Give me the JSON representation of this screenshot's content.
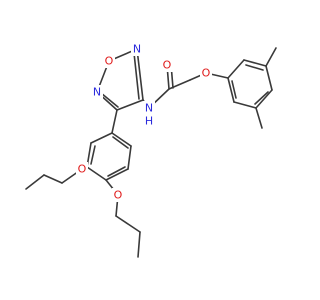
{
  "colors": {
    "bond": "#3a3a3a",
    "nitrogen": "#2b2bdc",
    "oxygen": "#e01b1b",
    "background": "#ffffff"
  },
  "atoms": [
    {
      "id": "n_top",
      "element": "N",
      "label": "N",
      "color_key": "nitrogen"
    },
    {
      "id": "o_ring",
      "element": "O",
      "label": "O",
      "color_key": "oxygen"
    },
    {
      "id": "n_left",
      "element": "N",
      "label": "N",
      "color_key": "nitrogen"
    },
    {
      "id": "n_amide",
      "element": "N",
      "label": "N",
      "color_key": "nitrogen"
    },
    {
      "id": "h_amide",
      "element": "H",
      "label": "H",
      "color_key": "nitrogen"
    },
    {
      "id": "o_carbonyl",
      "element": "O",
      "label": "O",
      "color_key": "oxygen"
    },
    {
      "id": "o_ether",
      "element": "O",
      "label": "O",
      "color_key": "oxygen"
    },
    {
      "id": "o_propoxy1",
      "element": "O",
      "label": "O",
      "color_key": "oxygen"
    },
    {
      "id": "o_propoxy2",
      "element": "O",
      "label": "O",
      "color_key": "oxygen"
    }
  ]
}
